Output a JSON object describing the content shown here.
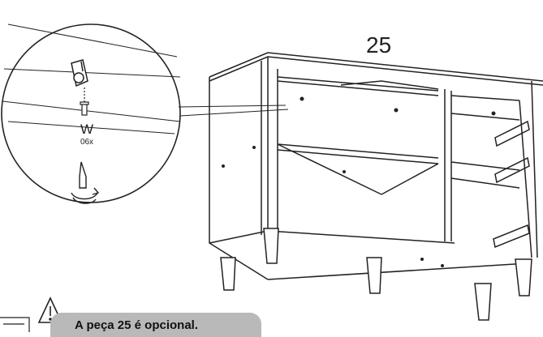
{
  "step": {
    "number": "25"
  },
  "detail": {
    "part_letter": "W",
    "part_quantity": "06x"
  },
  "note": {
    "text": "A peça 25 é opcional."
  },
  "icons": {
    "warning": "warning-triangle-icon",
    "screwdriver": "screwdriver-rotate-icon"
  },
  "colors": {
    "line": "#222222",
    "note_background": "#b9b9b9"
  }
}
